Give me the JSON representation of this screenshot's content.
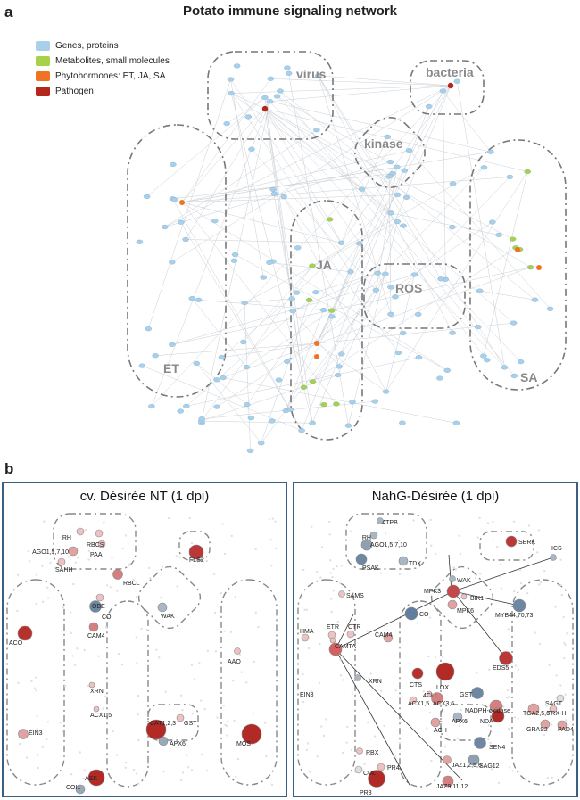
{
  "panel_a": {
    "letter": "a",
    "title": "Potato immune signaling network",
    "legend": [
      {
        "label": "Genes, proteins",
        "color": "#a9d0ea"
      },
      {
        "label": "Metabolites, small molecules",
        "color": "#a8d14a"
      },
      {
        "label": "Phytohormones: ET, JA, SA",
        "color": "#f07324"
      },
      {
        "label": "Pathogen",
        "color": "#b4271d"
      }
    ],
    "regions": [
      "virus",
      "bacteria",
      "kinase",
      "JA",
      "ROS",
      "ET",
      "SA"
    ]
  },
  "panel_b": {
    "letter": "b",
    "left": {
      "title": "cv. Désirée NT (1 dpi)",
      "labels": [
        "RH",
        "RBCS",
        "PAA",
        "AGO1,5,7,10",
        "SAHH",
        "RBCL",
        "FLS2",
        "OBE",
        "CO",
        "WAK",
        "CAM4",
        "ACO",
        "AAO",
        "XRN",
        "ACX1,5",
        "EIN3",
        "GST",
        "CAT1,2,3",
        "MOS",
        "APX6",
        "ASK",
        "COI1"
      ]
    },
    "right": {
      "title": "NahG-Désirée (1 dpi)",
      "labels": [
        "ATPB",
        "RH",
        "AGO1,5,7,10",
        "PSAK",
        "TDX",
        "SERK",
        "SAMS",
        "CO",
        "WAK",
        "BIK1",
        "MPK3",
        "ICS",
        "MYB44,70,73",
        "MPK6",
        "CAM4",
        "HMA",
        "ETR",
        "CTR",
        "CAMTA",
        "LOX",
        "EDS5",
        "XRN",
        "CTS",
        "EIN3",
        "4CLL",
        "GST",
        "SAGT",
        "ACX1,5",
        "ACX3,6",
        "NADPH-oxidase",
        "TGA2,5,6",
        "TRX-H",
        "APX6",
        "NDA",
        "GRAS2",
        "PAD4",
        "ACH",
        "SEN4",
        "SAG12",
        "RBX",
        "CUL",
        "PR4",
        "PR3",
        "JAZ1,2,5,6",
        "JAZ9,11,12"
      ]
    }
  }
}
